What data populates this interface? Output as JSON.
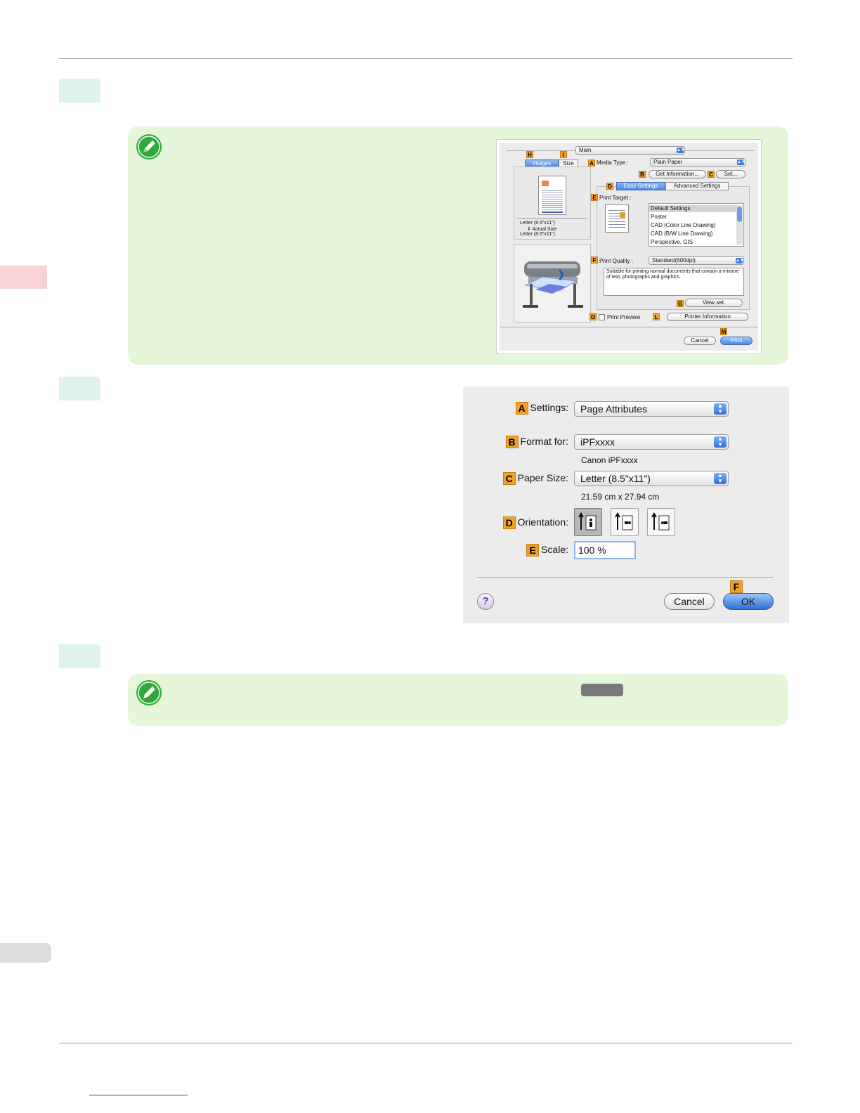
{
  "dialog_main": {
    "main_popup": "Main",
    "tab_images": "Images",
    "tab_size": "Size",
    "media_type_label": "Media Type :",
    "media_type_value": "Plain Paper",
    "get_information": "Get Information...",
    "set": "Set...",
    "tab_easy": "Easy Settings",
    "tab_advanced": "Advanced Settings",
    "print_target_label": "Print Target :",
    "print_target_items": [
      "Default Settings",
      "Poster",
      "CAD (Color Line Drawing)",
      "CAD (B/W Line Drawing)",
      "Perspective, GIS"
    ],
    "preview_line1": "Letter (8.5\"x11\")",
    "preview_line2": "Actual Size",
    "preview_line3": "Letter (8.5\"x11\")",
    "print_quality_label": "Print Quality :",
    "print_quality_value": "Standard(600dpi)",
    "description": "Suitable for printing normal documents that contain a mixture of text, photographs and graphics.",
    "view_set": "View set.",
    "print_preview": "Print Preview",
    "printer_information": "Printer Information",
    "cancel": "Cancel",
    "print": "Print",
    "badges": {
      "A": "A",
      "B": "B",
      "C": "C",
      "D": "D",
      "E": "E",
      "F": "F",
      "G": "G",
      "H": "H",
      "I": "I",
      "L": "L",
      "M": "M",
      "O": "O"
    }
  },
  "dialog_page": {
    "settings_label": "Settings:",
    "settings_value": "Page Attributes",
    "format_for_label": "Format for:",
    "format_for_value": "iPFxxxx",
    "format_for_sub": "Canon iPFxxxx",
    "paper_size_label": "Paper Size:",
    "paper_size_value": "Letter (8.5\"x11\")",
    "paper_size_sub": "21.59 cm x 27.94 cm",
    "orientation_label": "Orientation:",
    "scale_label": "Scale:",
    "scale_value": "100 %",
    "help": "?",
    "cancel": "Cancel",
    "ok": "OK",
    "badges": {
      "A": "A",
      "B": "B",
      "C": "C",
      "D": "D",
      "E": "E",
      "F": "F"
    }
  }
}
